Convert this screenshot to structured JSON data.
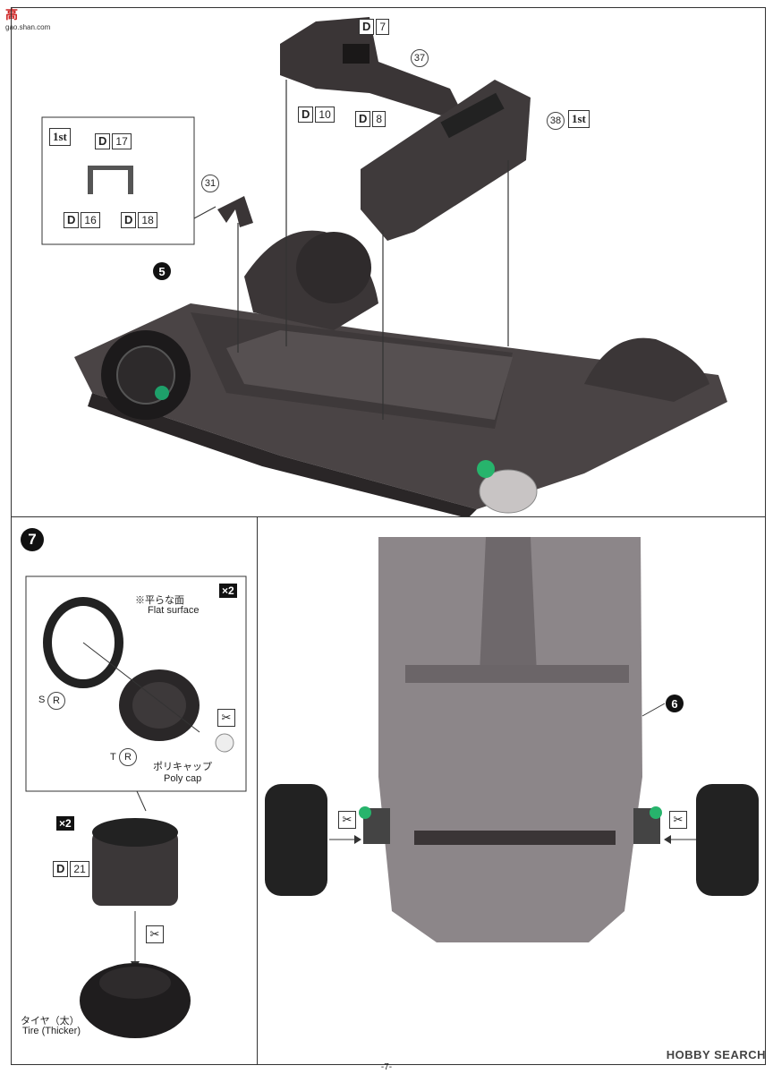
{
  "watermark": {
    "logo_text": "高",
    "site": "gao.shan.com"
  },
  "step6": {
    "number": "6",
    "sub_step": "5",
    "parts": {
      "d7": {
        "prefix": "D",
        "num": "7"
      },
      "d10": {
        "prefix": "D",
        "num": "10"
      },
      "d8": {
        "prefix": "D",
        "num": "8"
      },
      "p37": "37",
      "p38": "38",
      "p31": "31",
      "first_main": "1st"
    },
    "inset": {
      "first": "1st",
      "d17": {
        "prefix": "D",
        "num": "17"
      },
      "d16": {
        "prefix": "D",
        "num": "16"
      },
      "d18": {
        "prefix": "D",
        "num": "18"
      }
    }
  },
  "step7": {
    "number": "7",
    "multiplier": "×2",
    "flat_surface_jp": "※平らな面",
    "flat_surface_en": "Flat surface",
    "s_label": "S",
    "s_circle": "R",
    "t_label": "T",
    "t_circle": "R",
    "polycap_jp": "ポリキャップ",
    "polycap_en": "Poly cap",
    "multiplier2": "×2",
    "d21": {
      "prefix": "D",
      "num": "21"
    },
    "tire_jp": "タイヤ（太）",
    "tire_en": "Tire (Thicker)"
  },
  "underside": {
    "ref_step": "6"
  },
  "footer": {
    "page": "-7-",
    "brand": "HOBBY SEARCH"
  }
}
